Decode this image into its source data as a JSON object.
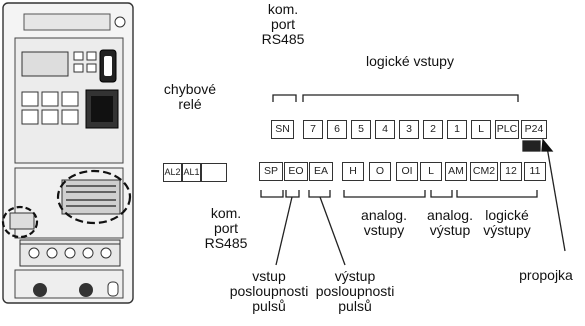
{
  "labels": {
    "top_port": [
      "kom.",
      "port",
      "RS485"
    ],
    "logic_inputs": "logické vstupy",
    "relay": [
      "chybové",
      "relé"
    ],
    "bottom_port": [
      "kom.",
      "port",
      "RS485"
    ],
    "analog_inputs": [
      "analog.",
      "vstupy"
    ],
    "analog_output": [
      "analog.",
      "výstup"
    ],
    "logic_outputs": [
      "logické",
      "výstupy"
    ],
    "pulse_input": [
      "vstup",
      "posloupnosti",
      "pulsů"
    ],
    "pulse_output": [
      "výstup",
      "posloupnosti",
      "pulsů"
    ],
    "jumper": "propojka"
  },
  "relay_terminals": [
    "AL2",
    "AL1",
    ""
  ],
  "top_terminals": [
    "SN",
    "7",
    "6",
    "5",
    "4",
    "3",
    "2",
    "1",
    "L",
    "PLC",
    "P24"
  ],
  "bottom_terminals": [
    "SP",
    "EO",
    "EA",
    "H",
    "O",
    "OI",
    "L",
    "AM",
    "CM2",
    "12",
    "11"
  ]
}
